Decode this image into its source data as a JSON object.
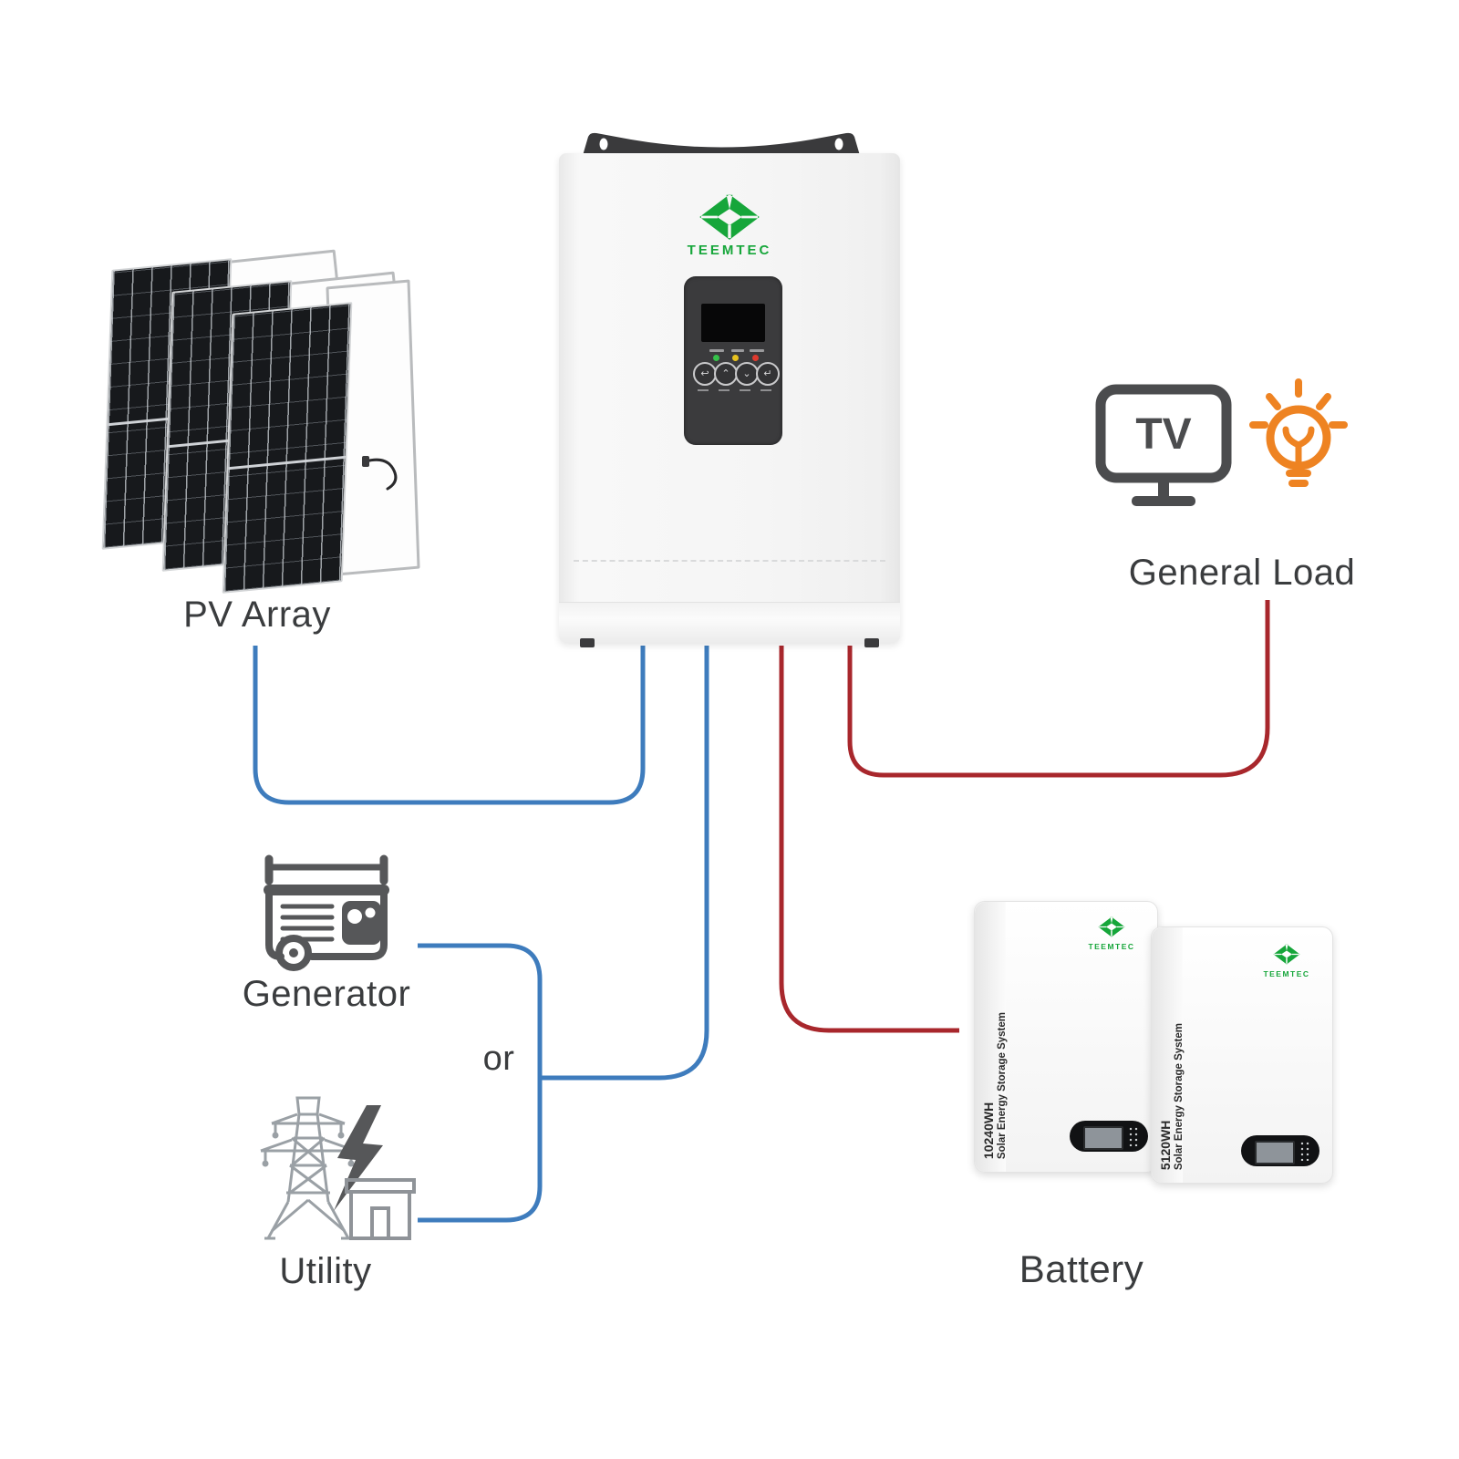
{
  "brand": {
    "name": "TEEMTEC",
    "logo_color": "#16a63a"
  },
  "labels": {
    "pv_array": "PV Array",
    "generator": "Generator",
    "or": "or",
    "utility": "Utility",
    "general_load": "General Load",
    "battery": "Battery"
  },
  "icons": {
    "tv_text": "TV"
  },
  "batteries": [
    {
      "capacity": "10240WH",
      "subtitle": "Solar Energy Storage System",
      "brand": "TEEMTEC"
    },
    {
      "capacity": "5120WH",
      "subtitle": "Solar Energy Storage System",
      "brand": "TEEMTEC"
    }
  ],
  "connections": [
    {
      "from": "PV Array",
      "to": "Inverter",
      "line_color": "#3e7cbd"
    },
    {
      "from": "Generator",
      "to": "Inverter",
      "line_color": "#3e7cbd",
      "note": "or"
    },
    {
      "from": "Utility",
      "to": "Inverter",
      "line_color": "#3e7cbd",
      "note": "or"
    },
    {
      "from": "Inverter",
      "to": "Battery",
      "line_color": "#a8272c"
    },
    {
      "from": "Inverter",
      "to": "General Load",
      "line_color": "#a8272c"
    }
  ],
  "colors": {
    "blue_line": "#3e7cbd",
    "red_line": "#a8272c",
    "label_text": "#3a3c3e",
    "icon_gray": "#565759",
    "tower_gray": "#9aa0a5",
    "bulb_orange": "#ee8322",
    "brand_green": "#16a63a"
  }
}
